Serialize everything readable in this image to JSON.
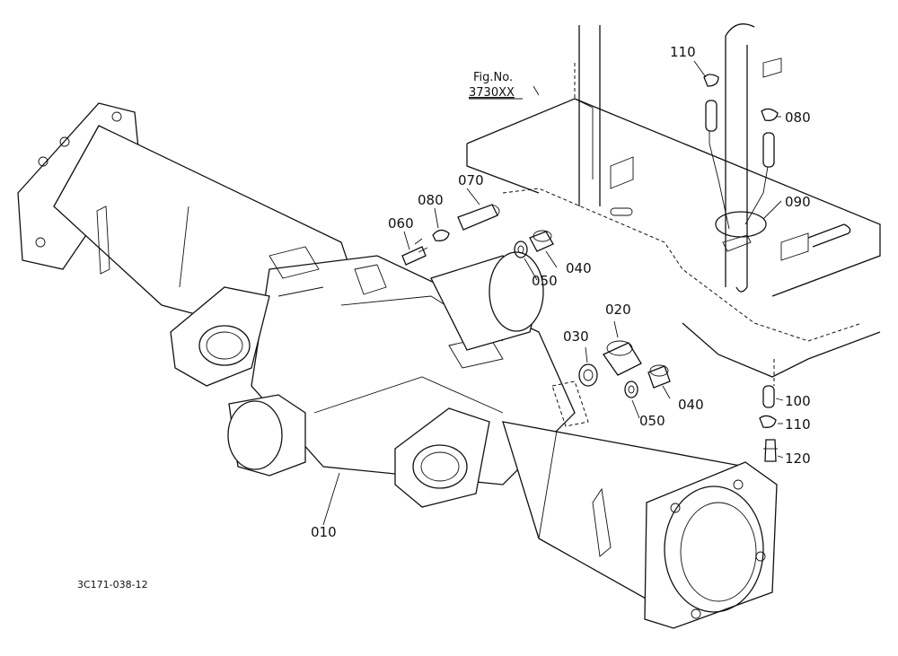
{
  "figure": {
    "fig_ref_label": "Fig.No.",
    "fig_ref_number": "3730XX",
    "drawing_code": "3C171-038-12"
  },
  "callouts": {
    "c010": "010",
    "c020": "020",
    "c030": "030",
    "c040_a": "040",
    "c040_b": "040",
    "c050_a": "050",
    "c050_b": "050",
    "c060": "060",
    "c070": "070",
    "c080_a": "080",
    "c080_b": "080",
    "c090": "090",
    "c100": "100",
    "c110_a": "110",
    "c110_b": "110",
    "c120": "120"
  }
}
